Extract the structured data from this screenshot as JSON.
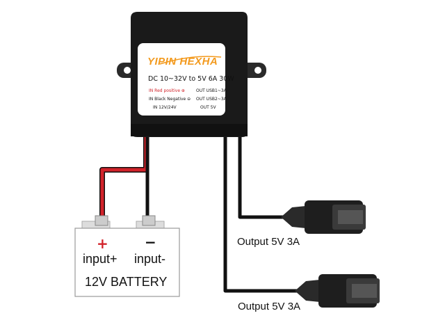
{
  "converter": {
    "brand": "YIPIN HEXHA",
    "spec": "DC 10~32V to 5V 6A 30W",
    "in_red": "IN Red positive ⊕",
    "in_black": "IN Black Negative ⊖",
    "in_voltage": "IN 12V/24V",
    "out_usb1": "OUT USB1~3A",
    "out_usb2": "OUT USB2~3A",
    "out_5v": "OUT 5V"
  },
  "battery": {
    "plus_symbol": "+",
    "minus_symbol": "−",
    "input_plus": "input+",
    "input_minus": "input-",
    "name": "12V BATTERY"
  },
  "outputs": [
    {
      "label": "Output 5V 3A"
    },
    {
      "label": "Output 5V 3A"
    }
  ],
  "colors": {
    "housing": "#1a1a1a",
    "brand": "#f39a1e",
    "positive_wire": "#d2232a",
    "negative_wire": "#111111"
  }
}
